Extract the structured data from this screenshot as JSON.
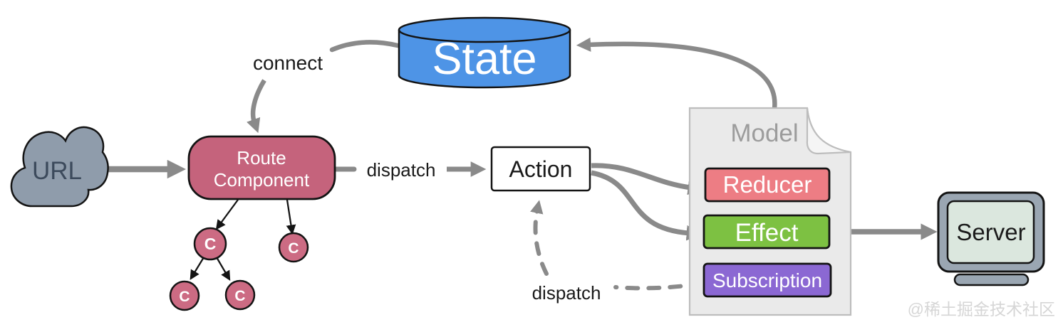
{
  "nodes": {
    "url": {
      "label": "URL"
    },
    "state": {
      "label": "State"
    },
    "route_component": {
      "line1": "Route",
      "line2": "Component"
    },
    "action": {
      "label": "Action"
    },
    "model": {
      "label": "Model"
    },
    "reducer": {
      "label": "Reducer"
    },
    "effect": {
      "label": "Effect"
    },
    "subscription": {
      "label": "Subscription"
    },
    "server": {
      "label": "Server"
    },
    "component": {
      "label": "C"
    }
  },
  "edge_labels": {
    "connect": "connect",
    "dispatch_route_to_action": "dispatch",
    "dispatch_subscription_to_action": "dispatch"
  },
  "watermark": {
    "text": "@稀土掘金技术社区"
  },
  "colors": {
    "state_fill": "#4e94e6",
    "route_fill": "#c5637c",
    "component_fill": "#cc6b83",
    "cloud_fill": "#8f9cab",
    "url_text": "#3c4a5c",
    "action_fill": "#ffffff",
    "model_fill": "#eaeaea",
    "model_fold_fill": "#f5f5f5",
    "model_text": "#9c9c9c",
    "reducer_fill": "#ed7d84",
    "effect_fill": "#7dc142",
    "subscription_fill": "#8b68d3",
    "server_body_fill": "#9aa6b2",
    "server_screen_fill": "#dbe7de",
    "arrow_gray": "#8a8a8a",
    "watermark_text": "#d6d6d6"
  }
}
